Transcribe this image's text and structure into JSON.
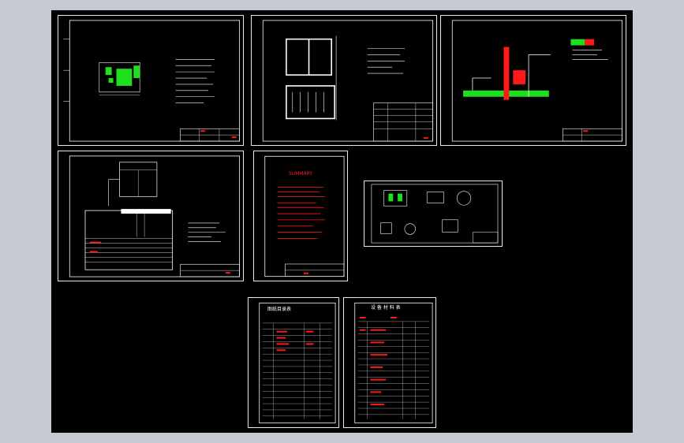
{
  "viewport": {
    "background": "#000000",
    "frame_color": "#c6cad2"
  },
  "colors": {
    "line": "#ffffff",
    "accent_red": "#ff1a1a",
    "accent_green": "#1fe01f"
  },
  "sheets": [
    {
      "id": "sheet-1-layout-plan"
    },
    {
      "id": "sheet-2-foundation-plan"
    },
    {
      "id": "sheet-3-cable-routing"
    },
    {
      "id": "sheet-4-wiring-diagram"
    },
    {
      "id": "sheet-5-notes"
    },
    {
      "id": "sheet-6-details"
    },
    {
      "id": "sheet-7-drawing-index"
    },
    {
      "id": "sheet-8-materials-list"
    }
  ],
  "text": {
    "index_title": "图纸目录表",
    "materials_title": "设 备 材 料 表",
    "notes_heading": "SUMMARY"
  }
}
